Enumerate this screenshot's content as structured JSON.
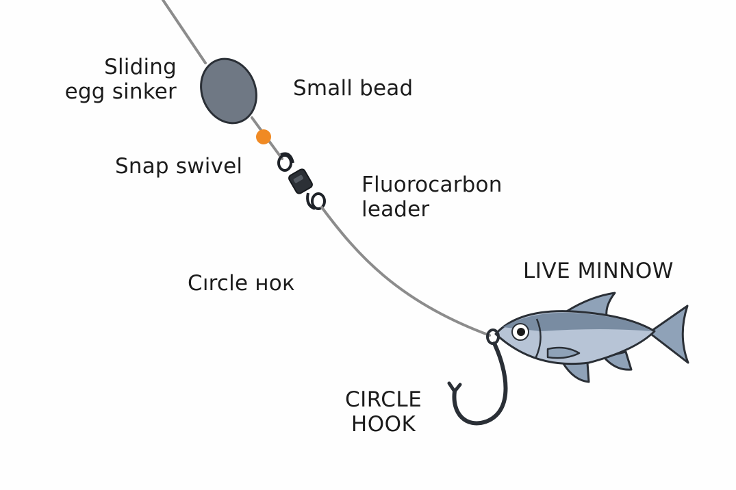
{
  "labels": {
    "sinker": [
      "Sliding",
      "egg sinker"
    ],
    "bead": "Small bead",
    "swivel": "Snap swivel",
    "leader": [
      "Fluorocarbon",
      "leader"
    ],
    "circle_hook_lower": "Cırcle нoк",
    "circle_hook_caps": [
      "CIRCLE",
      "HOOK"
    ],
    "minnow": "LIVE MINNOW"
  },
  "colors": {
    "line": "#8c8c8c",
    "sinker": "#6f7884",
    "outline": "#2a2f36",
    "bead": "#f08a24",
    "fish_body": "#b7c4d6",
    "fish_back": "#6f8399",
    "hook": "#2a2f36"
  },
  "icons": [
    "egg-sinker-icon",
    "bead-icon",
    "snap-swivel-icon",
    "circle-hook-icon",
    "minnow-icon"
  ]
}
